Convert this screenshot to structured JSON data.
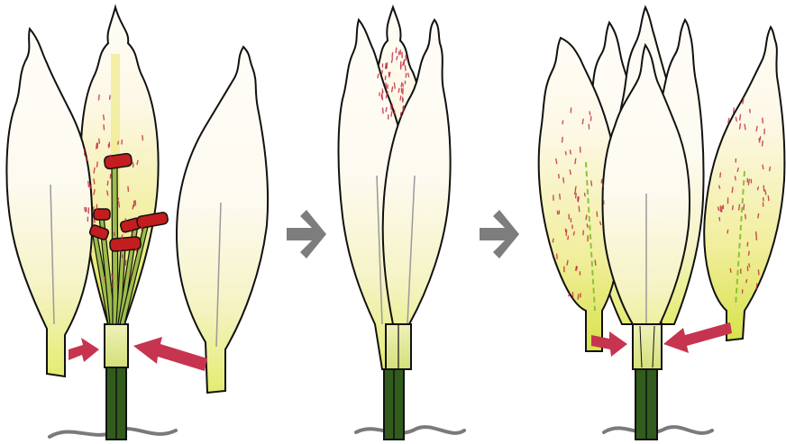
{
  "diagram": {
    "panels": [
      {
        "id": "flower-with-stamens",
        "stage": 1
      },
      {
        "id": "petals-closing",
        "stage": 2
      },
      {
        "id": "petals-fused",
        "stage": 3
      }
    ],
    "arrows": [
      "grey-arrow-1",
      "grey-arrow-2"
    ],
    "colors": {
      "petal_fill": "#fdfaf2",
      "petal_stroke": "#111111",
      "petal_base": "#e4ec70",
      "petal_center": "#f3f0b0",
      "speckle": "#c0243a",
      "stamen": "#c41d1d",
      "stem": "#315c1d",
      "ground": "#7a7a7a",
      "grey_arrow": "#7d7d7d",
      "red_arrow": "#c7344f"
    }
  }
}
